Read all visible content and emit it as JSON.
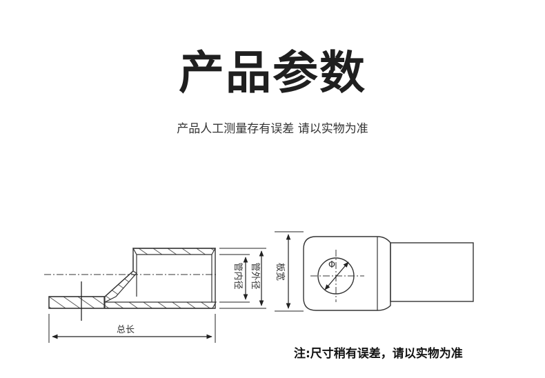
{
  "header": {
    "title": "产品参数",
    "subtitle": "产品人工测量存有误差 请以实物为准"
  },
  "diagram": {
    "labels": {
      "total_length": "总长",
      "tube_inner_diameter": "管内径",
      "tube_outer_diameter": "管外径",
      "plate_width": "板宽",
      "hole_symbol": "Φ"
    }
  },
  "footnote": "注:尺寸稍有误差，请以实物为准"
}
